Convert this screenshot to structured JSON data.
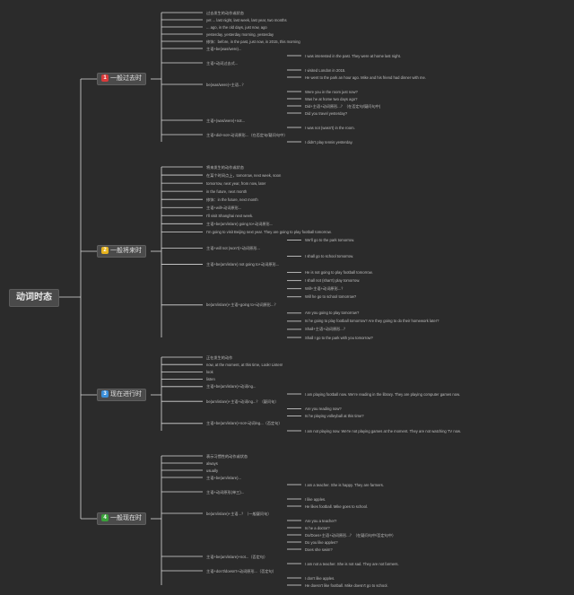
{
  "root": "动词时态",
  "branches": [
    {
      "badge": "1",
      "badge_color": "#d93a3a",
      "label": "一般过去时",
      "leaves": [
        "过去发生的动作或状态",
        "yet ... last night, last week, last year, two months",
        "... ago, in the old days, just now, ago",
        "yesterday, yesterday morning, yesterday",
        "修饰：before, in the past, just now, in 2015, this morning",
        "主语+be(was/were)...",
        "I was interested in the past. They were at home last night.",
        "主语+动词过去式...",
        "I visited London in 2015.",
        "He went to the park an hour ago. Mike and his friend had dinner with me.",
        "be(was/were)+主语...？",
        "Were you in the room just now?",
        "Was he at home two days ago?",
        "Did+主语+动词原形...？（在否定句/疑问句中)",
        "Did you travel yesterday?",
        "主语+(was/were)+not...",
        "I was not (wasn't) in the room.",
        "主语+did+not+动词原形...（在否定句/疑问句中）",
        "I didn't play tennis yesterday."
      ]
    },
    {
      "badge": "2",
      "badge_color": "#e6b31e",
      "label": "一般将来时",
      "leaves": [
        "将来发生的动作或状态",
        "在某个时间点上，tomorrow, next week, soon",
        "tomorrow, next year, from now, later",
        "in the future, next month",
        "修饰：in the future, next month",
        "主语+will+动词原形...",
        "I'll visit Shanghai next week.",
        "主语+be(am/is/are) going to+动词原形...",
        "I'm going to visit Beijing next year. They are going to play football tomorrow.",
        "We'll go to the park tomorrow.",
        "主语+will not (won't)+动词原形...",
        "I shall go to school tomorrow.",
        "主语+be(am/is/are) not going to+动词原形...",
        "He is not going to play football tomorrow.",
        "I shall not (shan't) play tomorrow.",
        "Will+主语+动词原形...？",
        "Will he go to school tomorrow?",
        "be(am/is/are)+主语+going to+动词原形...？",
        "Are you going to play tomorrow?",
        "Is he going to play football tomorrow? Are they going to do their homework later?",
        "Shall+主语+动词原形...？",
        "Shall I go to the park with you tomorrow?"
      ]
    },
    {
      "badge": "3",
      "badge_color": "#3b8fd9",
      "label": "现在进行时",
      "leaves": [
        "正在发生的动作",
        "now, at the moment, at this time, Look! Listen!",
        "look",
        "listen",
        "主语+be(am/is/are)+动词ing...",
        "I am playing football now. We're reading in the library. They are playing computer games now.",
        "be(am/is/are)+主语+动词ing...？（疑问句）",
        "Are you reading now?",
        "Is he playing volleyball at this time?",
        "主语+be(am/is/are)+not+动词ing...（否定句）",
        "I am not playing now. We're not playing games at the moment. They are not watching TV now."
      ]
    },
    {
      "badge": "4",
      "badge_color": "#3aa13a",
      "label": "一般现在时",
      "leaves": [
        "表示习惯性的动作或状态",
        "always",
        "usually",
        "主语+be(am/is/are)...",
        "I am a teacher. She is happy. They are farmers.",
        "主语+动词原形(单三)...",
        "I like apples.",
        "He likes football. Mike goes to school.",
        "be(am/is/are)+主语...？（一般疑问句）",
        "Are you a teacher?",
        "Is he a doctor?",
        "Do/Does+主语+动词原形...？（在疑问句中/否定句中）",
        "Do you like apples?",
        "Does she swim?",
        "主语+be(am/is/are)+not...（否定句）",
        "I am not a teacher. She is not sad. They are not farmers.",
        "主语+don't/doesn't+动词原形...（否定句）",
        "I don't like apples.",
        "He doesn't like football. Mike doesn't go to school."
      ]
    }
  ]
}
